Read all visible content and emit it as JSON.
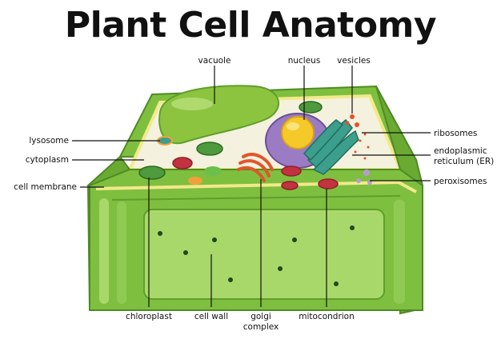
{
  "title": "Plant Cell Anatomy",
  "labels": {
    "vacuole": "vacuole",
    "nucleus": "nucleus",
    "vesicles": "vesicles",
    "ribosomes": "ribosomes",
    "er_line1": "endoplasmic",
    "er_line2": "reticulum (ER)",
    "peroxisomes": "peroxisomes",
    "lysosome": "lysosome",
    "cytoplasm": "cytoplasm",
    "cell_membrane": "cell membrane",
    "chloroplast": "chloroplast",
    "cell_wall": "cell wall",
    "golgi_line1": "golgi",
    "golgi_line2": "complex",
    "mitocondrion": "mitocondrion"
  },
  "colors": {
    "wall_dark": "#5f9e2c",
    "wall_mid": "#7fbf3f",
    "wall_light": "#a9d86a",
    "wall_pale": "#c9ea8f",
    "cytoplasm": "#f4f1de",
    "membrane": "#f2e98a",
    "vacuole": "#8cc43f",
    "nucleus": "#9a7bc4",
    "nucleolus": "#f6c92b",
    "golgi": "#e2542d",
    "er": "#3c9e8c",
    "mitochondria": "#c2323f",
    "chloroplast": "#4e9a3c",
    "peroxisome": "#b89ad8",
    "lysosome": "#f2a13a"
  }
}
